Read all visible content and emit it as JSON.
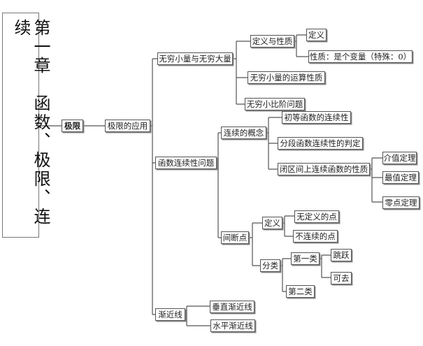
{
  "title": "第一章　函数、极限、连续",
  "nodes": {
    "limit": "极限",
    "limit_app": "极限的应用",
    "infinitesimal": "无穷小量与无穷大量",
    "def_prop": "定义与性质",
    "def": "定义",
    "prop": "性质：是个变量（特殊：0）",
    "inf_ops": "无穷小量的运算性质",
    "inf_order": "无穷小比阶问题",
    "continuity": "函数连续性问题",
    "cont_concept": "连续的概念",
    "elem_cont": "初等函数的连续性",
    "piecewise": "分段函数连续性的判定",
    "closed_interval": "闭区间上连续函数的性质",
    "ivt": "介值定理",
    "evt": "最值定理",
    "zero": "零点定理",
    "discontinuity": "间断点",
    "disc_def": "定义",
    "undefined_pt": "无定义的点",
    "noncont_pt": "不连续的点",
    "classification": "分类",
    "first_kind": "第一类",
    "jump": "跳跃",
    "removable": "可去",
    "second_kind": "第二类",
    "asymptote": "渐近线",
    "vertical_asym": "垂直渐近线",
    "horizontal_asym": "水平渐近线"
  }
}
